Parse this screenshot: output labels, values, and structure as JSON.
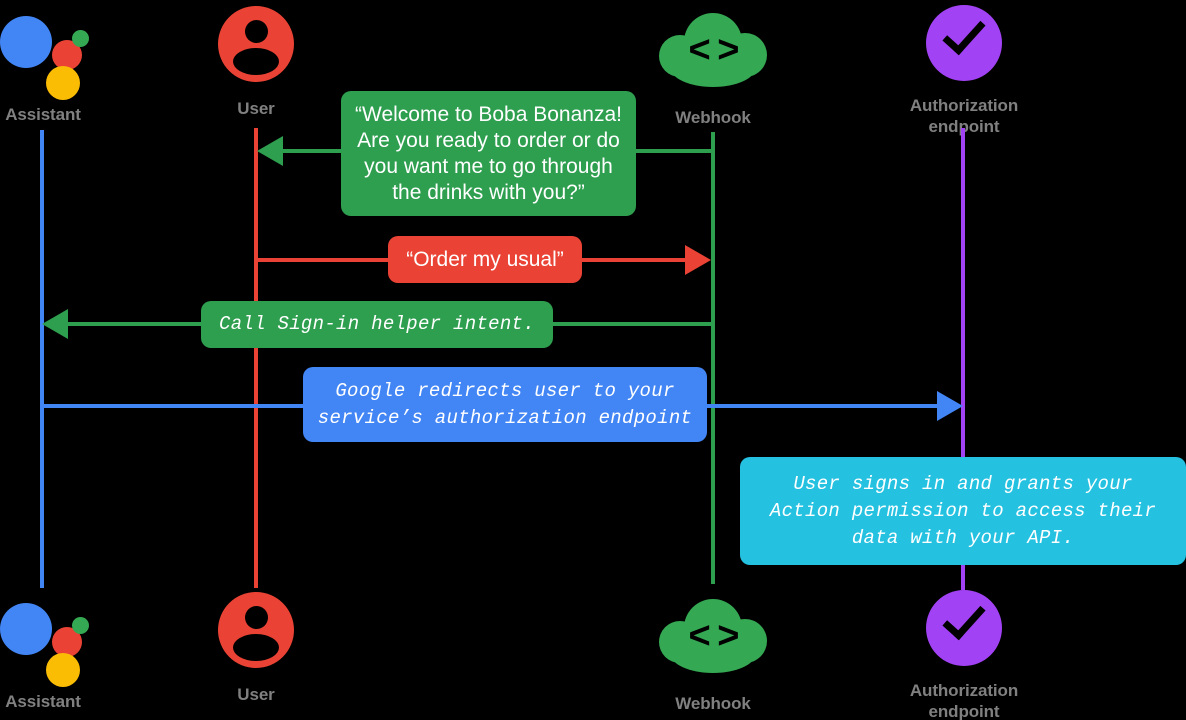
{
  "diagram": {
    "title": "Account linking sequence diagram",
    "background": "#000000",
    "label_color": "#808080",
    "colors": {
      "assistant": "#4285F4",
      "user": "#EA4335",
      "webhook": "#34A853",
      "authorization": "#A142F4",
      "note_blue": "#4285F4",
      "note_cyan": "#24C1E0"
    }
  },
  "actors": [
    {
      "id": "assistant",
      "label": "Assistant",
      "icon": "google-assistant-icon",
      "color": "#4285F4"
    },
    {
      "id": "user",
      "label": "User",
      "icon": "user-avatar-icon",
      "color": "#EA4335"
    },
    {
      "id": "webhook",
      "label": "Webhook",
      "icon": "cloud-code-icon",
      "color": "#34A853"
    },
    {
      "id": "authorization",
      "label": "Authorization\nendpoint",
      "icon": "check-circle-icon",
      "color": "#A142F4"
    }
  ],
  "messages": [
    {
      "id": "welcome",
      "text": "“Welcome to Boba Bonanza! Are you ready to order or do you want me to go through the drinks with you?”",
      "from": "webhook",
      "to": "user",
      "direction": "left",
      "color": "#2E9E4F",
      "font": "sans"
    },
    {
      "id": "order-my-usual",
      "text": "“Order my usual”",
      "from": "user",
      "to": "webhook",
      "direction": "right",
      "color": "#EA4335",
      "font": "sans"
    },
    {
      "id": "call-signin-helper",
      "text": "Call Sign-in helper intent.",
      "from": "webhook",
      "to": "assistant",
      "direction": "left",
      "color": "#2E9E4F",
      "font": "mono"
    },
    {
      "id": "google-redirects",
      "text": "Google redirects user to your service’s authorization endpoint",
      "from": "assistant",
      "to": "authorization",
      "direction": "right",
      "color": "#4285F4",
      "font": "mono"
    },
    {
      "id": "user-grants-permission",
      "text": "User signs in and grants your Action permission to access their data with your API.",
      "from": "authorization",
      "to": "authorization",
      "direction": "note",
      "color": "#24C1E0",
      "font": "mono"
    }
  ]
}
